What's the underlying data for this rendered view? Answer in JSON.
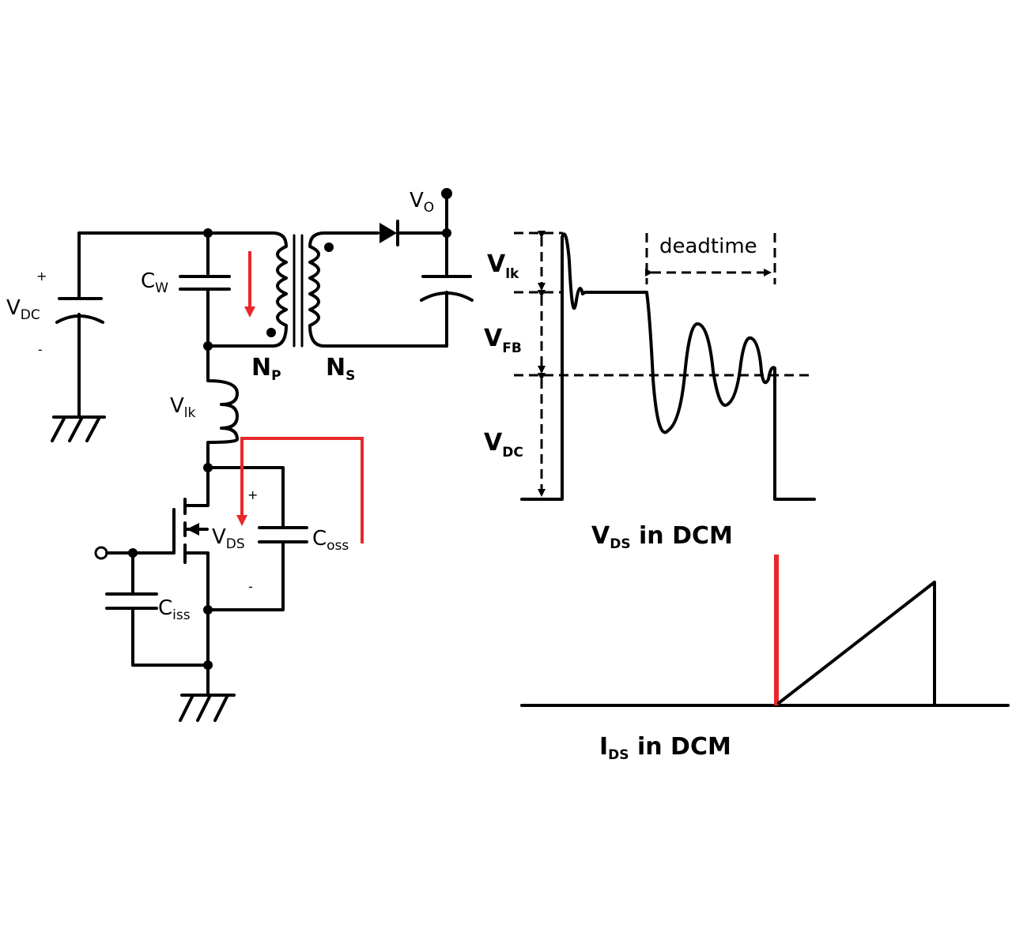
{
  "circuit": {
    "vdc": {
      "main": "V",
      "sub": "DC"
    },
    "plus": "+",
    "minus": "-",
    "cw": {
      "main": "C",
      "sub": "W"
    },
    "np": {
      "main": "N",
      "sub": "P"
    },
    "ns": {
      "main": "N",
      "sub": "S"
    },
    "vo": {
      "main": "V",
      "sub": "O"
    },
    "vlk": {
      "main": "V",
      "sub": "lk"
    },
    "vds": {
      "main": "V",
      "sub": "DS"
    },
    "coss": {
      "main": "C",
      "sub": "oss"
    },
    "ciss": {
      "main": "C",
      "sub": "iss"
    }
  },
  "vds_plot": {
    "vlk": {
      "main": "V",
      "sub": "lk"
    },
    "vfb": {
      "main": "V",
      "sub": "FB"
    },
    "vdc": {
      "main": "V",
      "sub": "DC"
    },
    "deadtime": "deadtime",
    "caption": {
      "main": "V",
      "sub": "DS",
      "rest": " in DCM"
    }
  },
  "ids_plot": {
    "caption": {
      "main": "I",
      "sub": "DS",
      "rest": " in DCM"
    }
  },
  "colors": {
    "wire": "#000000",
    "highlight": "#e8282b"
  }
}
